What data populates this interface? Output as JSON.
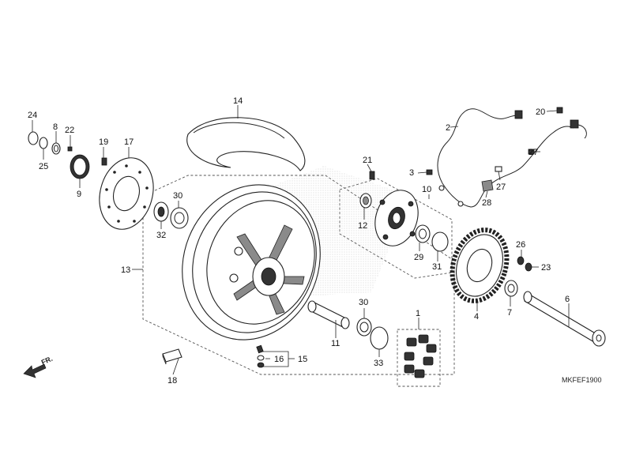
{
  "diagram": {
    "code": "MKFEF1900",
    "direction_label": "FR.",
    "callouts": {
      "p1": "1",
      "p2": "2",
      "p3": "3",
      "p4": "4",
      "p6": "6",
      "p7": "7",
      "p8": "8",
      "p9": "9",
      "p10": "10",
      "p11": "11",
      "p12": "12",
      "p13": "13",
      "p14": "14",
      "p15": "15",
      "p16": "16",
      "p17": "17",
      "p18": "18",
      "p19": "19",
      "p20": "20",
      "p21": "21",
      "p22": "22",
      "p23": "23",
      "p24": "24",
      "p25": "25",
      "p26": "26",
      "p27a": "27",
      "p27b": "27",
      "p28": "28",
      "p29": "29",
      "p30a": "30",
      "p30b": "30",
      "p31": "31",
      "p32": "32",
      "p33": "33"
    }
  }
}
